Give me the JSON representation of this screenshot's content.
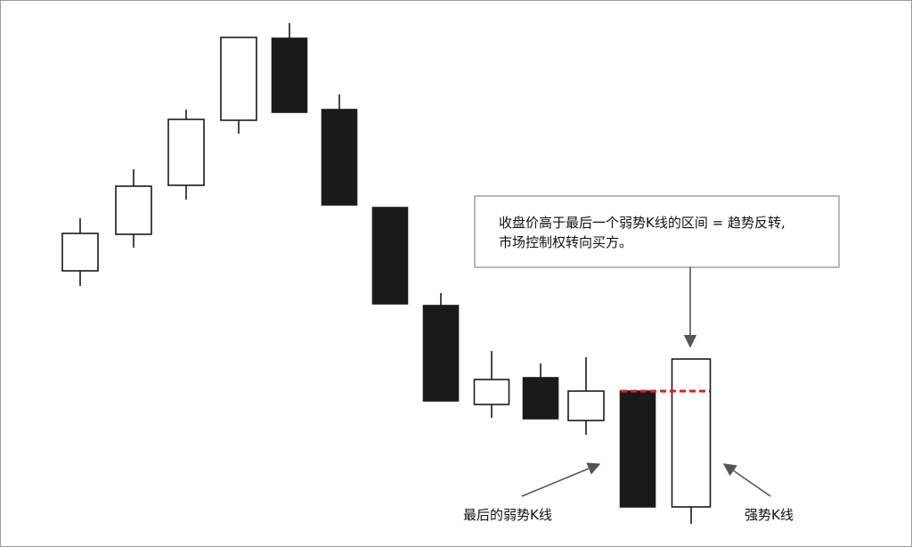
{
  "diagram": {
    "callout_lines": [
      "收盘价高于最后一个弱势K线的区间 = 趋势反转,",
      "市场控制权转向买方。"
    ],
    "label_last_weak": "最后的弱势K线",
    "label_strong": "强势K线",
    "colors": {
      "bull": "#ffffff",
      "bear": "#1a1a1a",
      "outline": "#1a1a1a",
      "level_line": "#e02020",
      "pointer": "#555555"
    },
    "candles": [
      {
        "type": "bull",
        "open": 303,
        "close": 261,
        "high": 244,
        "low": 320
      },
      {
        "type": "bull",
        "open": 262,
        "close": 208,
        "high": 189,
        "low": 277
      },
      {
        "type": "bull",
        "open": 207,
        "close": 133,
        "high": 122,
        "low": 223
      },
      {
        "type": "bull",
        "open": 134,
        "close": 41,
        "high": 41,
        "low": 149
      },
      {
        "type": "bear",
        "open": 42,
        "close": 125,
        "high": 25,
        "low": 125
      },
      {
        "type": "bear",
        "open": 122,
        "close": 229,
        "high": 105,
        "low": 229
      },
      {
        "type": "bear",
        "open": 232,
        "close": 340,
        "high": 232,
        "low": 340
      },
      {
        "type": "bear",
        "open": 342,
        "close": 449,
        "high": 328,
        "low": 449
      },
      {
        "type": "bull",
        "open": 453,
        "close": 425,
        "high": 393,
        "low": 468
      },
      {
        "type": "bear",
        "open": 423,
        "close": 469,
        "high": 407,
        "low": 469
      },
      {
        "type": "bull",
        "open": 471,
        "close": 438,
        "high": 400,
        "low": 487
      },
      {
        "type": "bear",
        "open": 438,
        "close": 568,
        "high": 438,
        "low": 568
      },
      {
        "type": "bull",
        "open": 568,
        "close": 402,
        "high": 402,
        "low": 587
      }
    ],
    "level": 438
  }
}
